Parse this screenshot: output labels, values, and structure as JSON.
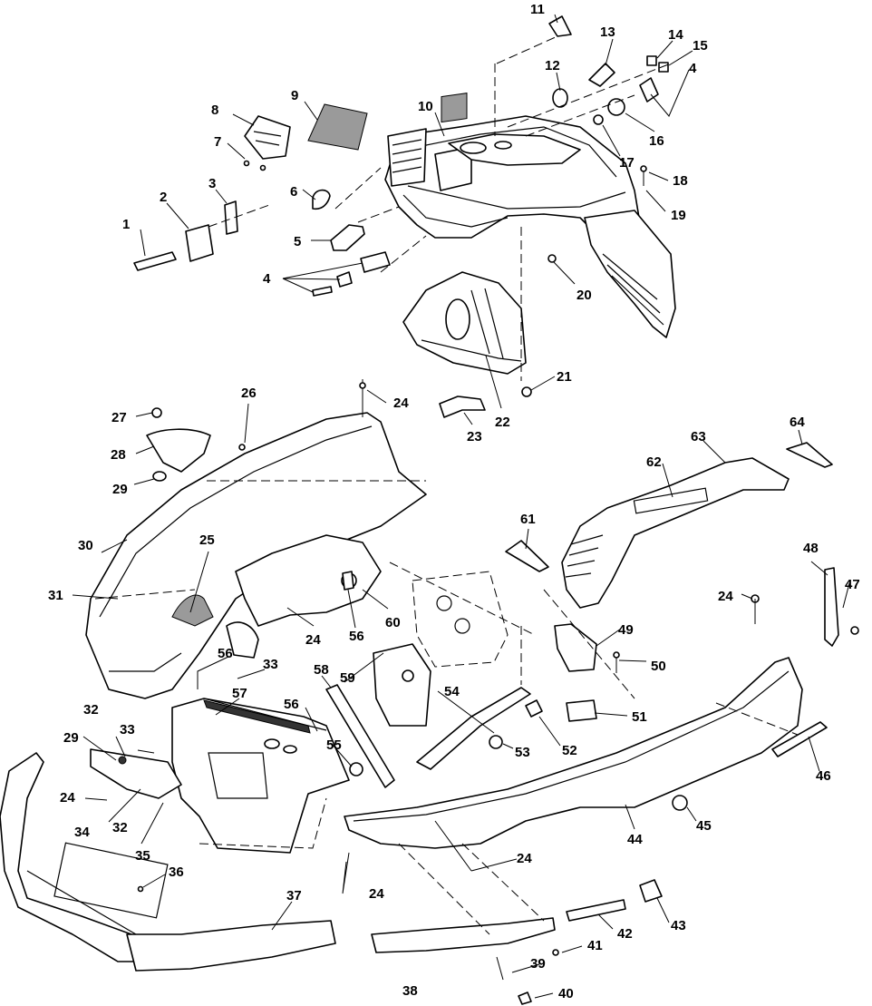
{
  "callouts": [
    {
      "id": "c1",
      "text": "1"
    },
    {
      "id": "c2",
      "text": "2"
    },
    {
      "id": "c3",
      "text": "3"
    },
    {
      "id": "c4a",
      "text": "4"
    },
    {
      "id": "c4b",
      "text": "4"
    },
    {
      "id": "c5",
      "text": "5"
    },
    {
      "id": "c6",
      "text": "6"
    },
    {
      "id": "c7",
      "text": "7"
    },
    {
      "id": "c8",
      "text": "8"
    },
    {
      "id": "c9",
      "text": "9"
    },
    {
      "id": "c10",
      "text": "10"
    },
    {
      "id": "c11",
      "text": "11"
    },
    {
      "id": "c12",
      "text": "12"
    },
    {
      "id": "c13",
      "text": "13"
    },
    {
      "id": "c14",
      "text": "14"
    },
    {
      "id": "c15",
      "text": "15"
    },
    {
      "id": "c16",
      "text": "16"
    },
    {
      "id": "c17",
      "text": "17"
    },
    {
      "id": "c18",
      "text": "18"
    },
    {
      "id": "c19",
      "text": "19"
    },
    {
      "id": "c20",
      "text": "20"
    },
    {
      "id": "c21",
      "text": "21"
    },
    {
      "id": "c22",
      "text": "22"
    },
    {
      "id": "c23",
      "text": "23"
    },
    {
      "id": "c24a",
      "text": "24"
    },
    {
      "id": "c24b",
      "text": "24"
    },
    {
      "id": "c24c",
      "text": "24"
    },
    {
      "id": "c24d",
      "text": "24"
    },
    {
      "id": "c24e",
      "text": "24"
    },
    {
      "id": "c24f",
      "text": "24"
    },
    {
      "id": "c25",
      "text": "25"
    },
    {
      "id": "c26",
      "text": "26"
    },
    {
      "id": "c27",
      "text": "27"
    },
    {
      "id": "c28",
      "text": "28"
    },
    {
      "id": "c29a",
      "text": "29"
    },
    {
      "id": "c29b",
      "text": "29"
    },
    {
      "id": "c30",
      "text": "30"
    },
    {
      "id": "c31",
      "text": "31"
    },
    {
      "id": "c32a",
      "text": "32"
    },
    {
      "id": "c32b",
      "text": "32"
    },
    {
      "id": "c33a",
      "text": "33"
    },
    {
      "id": "c33b",
      "text": "33"
    },
    {
      "id": "c34",
      "text": "34"
    },
    {
      "id": "c35",
      "text": "35"
    },
    {
      "id": "c36",
      "text": "36"
    },
    {
      "id": "c37",
      "text": "37"
    },
    {
      "id": "c38",
      "text": "38"
    },
    {
      "id": "c39",
      "text": "39"
    },
    {
      "id": "c40",
      "text": "40"
    },
    {
      "id": "c41",
      "text": "41"
    },
    {
      "id": "c42",
      "text": "42"
    },
    {
      "id": "c43",
      "text": "43"
    },
    {
      "id": "c44",
      "text": "44"
    },
    {
      "id": "c45",
      "text": "45"
    },
    {
      "id": "c46",
      "text": "46"
    },
    {
      "id": "c47",
      "text": "47"
    },
    {
      "id": "c48",
      "text": "48"
    },
    {
      "id": "c49",
      "text": "49"
    },
    {
      "id": "c50",
      "text": "50"
    },
    {
      "id": "c51",
      "text": "51"
    },
    {
      "id": "c52",
      "text": "52"
    },
    {
      "id": "c53",
      "text": "53"
    },
    {
      "id": "c54",
      "text": "54"
    },
    {
      "id": "c55",
      "text": "55"
    },
    {
      "id": "c56a",
      "text": "56"
    },
    {
      "id": "c56b",
      "text": "56"
    },
    {
      "id": "c56c",
      "text": "56"
    },
    {
      "id": "c57",
      "text": "57"
    },
    {
      "id": "c58",
      "text": "58"
    },
    {
      "id": "c59",
      "text": "59"
    },
    {
      "id": "c60",
      "text": "60"
    },
    {
      "id": "c61",
      "text": "61"
    },
    {
      "id": "c62",
      "text": "62"
    },
    {
      "id": "c63",
      "text": "63"
    },
    {
      "id": "c64",
      "text": "64"
    }
  ]
}
